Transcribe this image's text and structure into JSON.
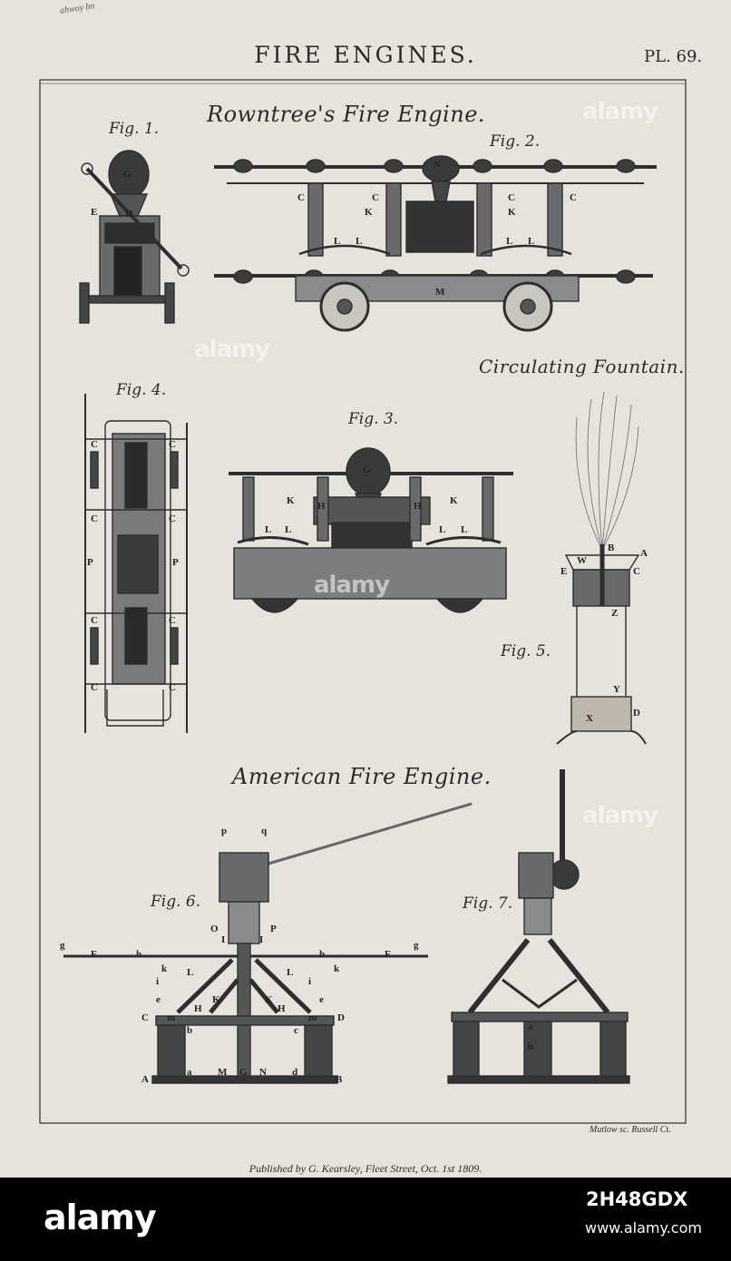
{
  "plate": {
    "title": "FIRE ENGINES.",
    "number": "PL. 69.",
    "scribble": "ahwoy bn",
    "credit": "Mutlow sc. Russell Ct.",
    "published": "Published by G. Kearsley, Fleet Street, Oct. 1st 1809."
  },
  "sections": {
    "rowntree": "Rowntree's Fire Engine.",
    "fountain": "Circulating Fountain.",
    "american": "American Fire Engine."
  },
  "figures": {
    "fig1": "Fig. 1.",
    "fig2": "Fig. 2.",
    "fig3": "Fig. 3.",
    "fig4": "Fig. 4.",
    "fig5": "Fig. 5.",
    "fig6": "Fig. 6.",
    "fig7": "Fig. 7."
  },
  "labels": {
    "e": "E",
    "g": "G",
    "h": "H",
    "f": "F",
    "n": "N",
    "c": "C",
    "k": "K",
    "l": "L",
    "m": "M",
    "p": "P",
    "o": "O",
    "i": "I",
    "b": "B",
    "a": "A",
    "w": "W",
    "z": "Z",
    "y": "Y",
    "x": "X",
    "d": "D",
    "lower_p": "p",
    "lower_q": "q",
    "lower_g": "g",
    "lower_h": "h",
    "lower_k": "k",
    "lower_i": "i",
    "lower_e": "e",
    "lower_m": "m",
    "lower_b": "b",
    "lower_c": "c",
    "lower_a": "a",
    "lower_d": "d"
  },
  "banner": {
    "logo": "alamy",
    "image_id": "2H48GDX",
    "site": "www.alamy.com",
    "watermark": "alamy"
  }
}
